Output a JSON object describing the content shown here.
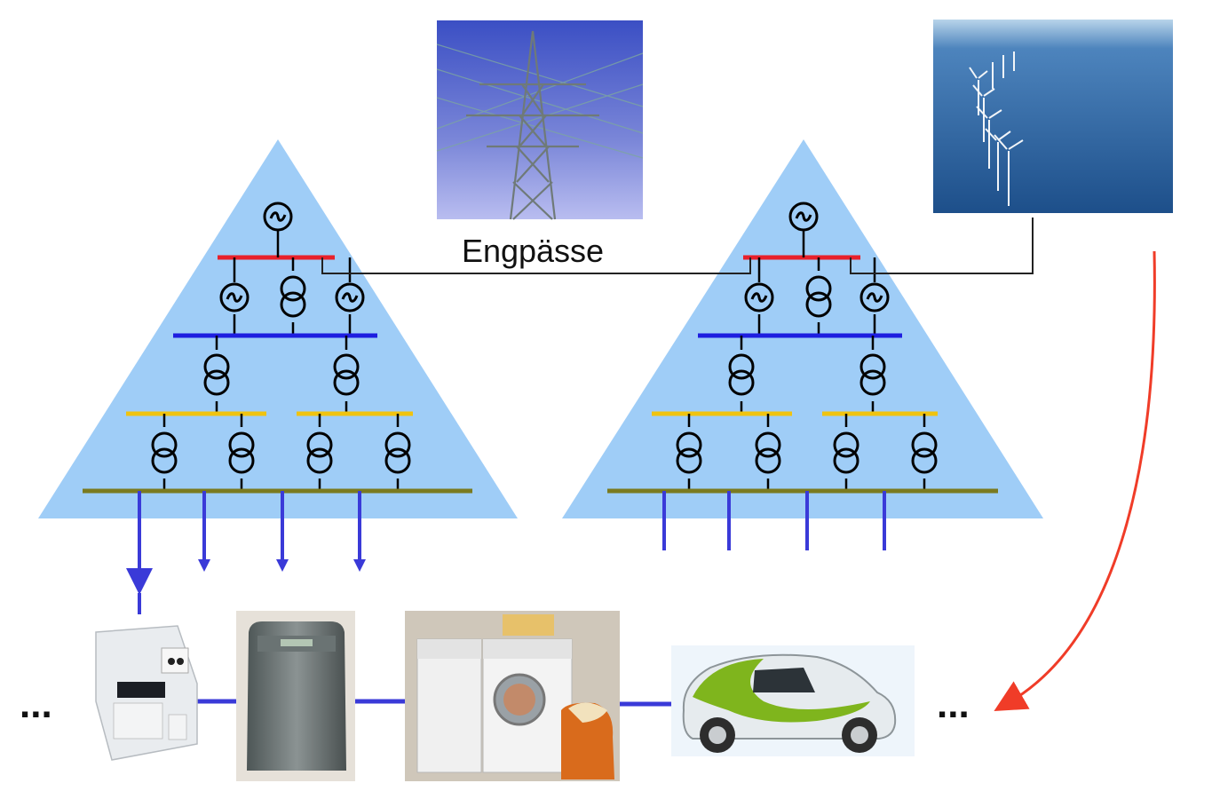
{
  "diagram": {
    "label": "Engpässe",
    "ellipsis_left": "...",
    "ellipsis_right": "...",
    "colors": {
      "triangle": "#9fcdf7",
      "busbar_top": "#e8202a",
      "busbar_high": "#1e1ee0",
      "busbar_mid": "#f0c30f",
      "busbar_low": "#7a7a20",
      "feeder": "#3a3ad8",
      "forecast_arrow": "#f03c28",
      "connection_line": "#222222"
    },
    "images": [
      {
        "id": "transmission-tower-photo",
        "icon": "power-pylon-icon"
      },
      {
        "id": "offshore-wind-photo",
        "icon": "wind-turbine-icon"
      },
      {
        "id": "smart-meter-photo",
        "icon": "electricity-meter-icon"
      },
      {
        "id": "storage-unit-photo",
        "icon": "battery-cabinet-icon"
      },
      {
        "id": "washing-machine-photo",
        "icon": "washing-machine-icon"
      },
      {
        "id": "electric-car-photo",
        "icon": "electric-car-icon"
      }
    ]
  }
}
